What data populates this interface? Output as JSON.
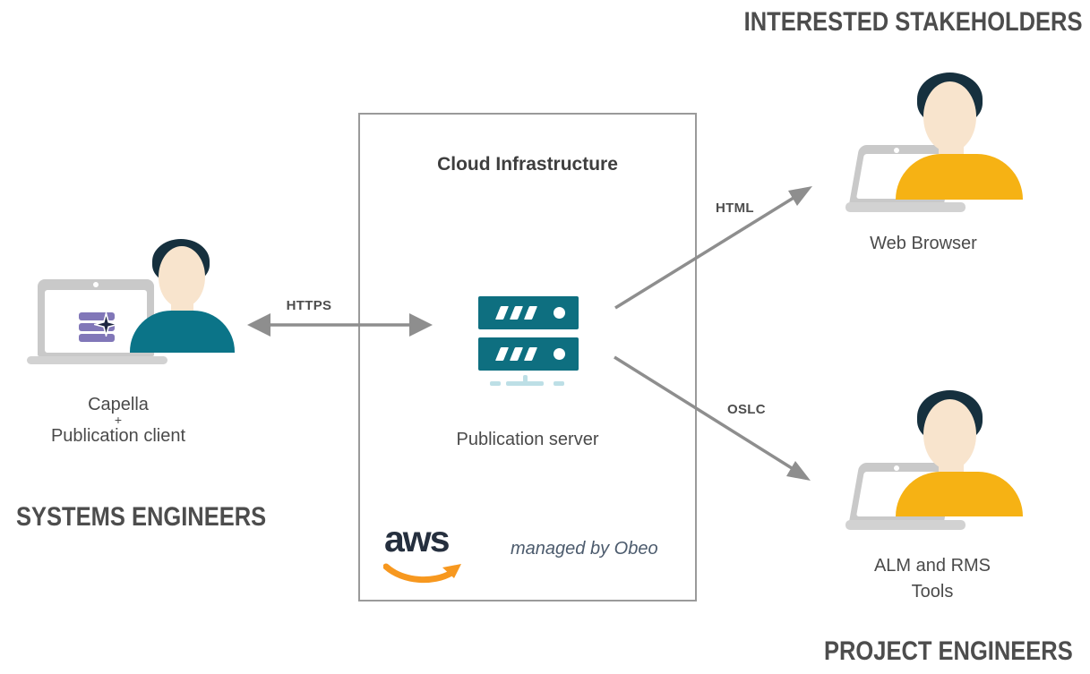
{
  "headings": {
    "interested_stakeholders": "INTERESTED STAKEHOLDERS",
    "systems_engineers": "SYSTEMS ENGINEERS",
    "project_engineers": "PROJECT ENGINEERS"
  },
  "cloud": {
    "title": "Cloud Infrastructure",
    "server_label": "Publication server",
    "aws_text": "aws",
    "managed_by": "managed by Obeo"
  },
  "actors": {
    "systems_engineer": {
      "line1": "Capella",
      "line2": "+",
      "line3": "Publication client"
    },
    "stakeholder": {
      "label": "Web Browser"
    },
    "project_engineer": {
      "line1": "ALM and RMS",
      "line2": "Tools"
    }
  },
  "connections": {
    "https": "HTTPS",
    "html": "HTML",
    "oslc": "OSLC"
  },
  "colors": {
    "teal_shirt": "#0b7488",
    "server_teal": "#0e6f80",
    "server_stand": "#bddfe6",
    "yellow_shirt": "#f6b214",
    "hair": "#16303e",
    "skin": "#f8e4cd",
    "laptop_gray": "#c9c9c9",
    "laptop_base": "#d2d2d2",
    "capella_purple": "#8177b8",
    "arrow_gray": "#8e8e8e",
    "heading_text": "#4d4d4d",
    "label_text": "#4a4a4a",
    "aws_navy": "#252f3e",
    "aws_orange": "#f7981f",
    "managed_text": "#4c5b6d",
    "box_border": "#9a9a9a"
  }
}
